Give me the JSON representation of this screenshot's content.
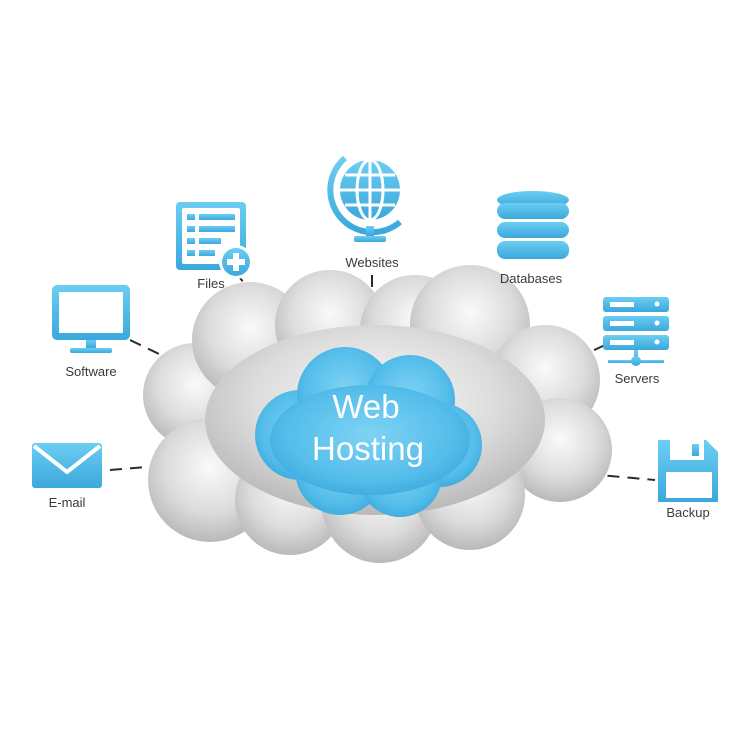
{
  "center": {
    "line1": "Web",
    "line2": "Hosting"
  },
  "nodes": {
    "websites": {
      "label": "Websites",
      "icon": "globe-icon"
    },
    "files": {
      "label": "Files",
      "icon": "file-add-icon"
    },
    "databases": {
      "label": "Databases",
      "icon": "database-icon"
    },
    "software": {
      "label": "Software",
      "icon": "monitor-icon"
    },
    "servers": {
      "label": "Servers",
      "icon": "server-rack-icon"
    },
    "email": {
      "label": "E-mail",
      "icon": "envelope-icon"
    },
    "backup": {
      "label": "Backup",
      "icon": "floppy-disk-icon"
    }
  },
  "colors": {
    "accent": "#5ec4ee",
    "accent_dark": "#2e9fd2",
    "cloud_grey": "#d9d9d9",
    "line": "#2b2b2b"
  }
}
